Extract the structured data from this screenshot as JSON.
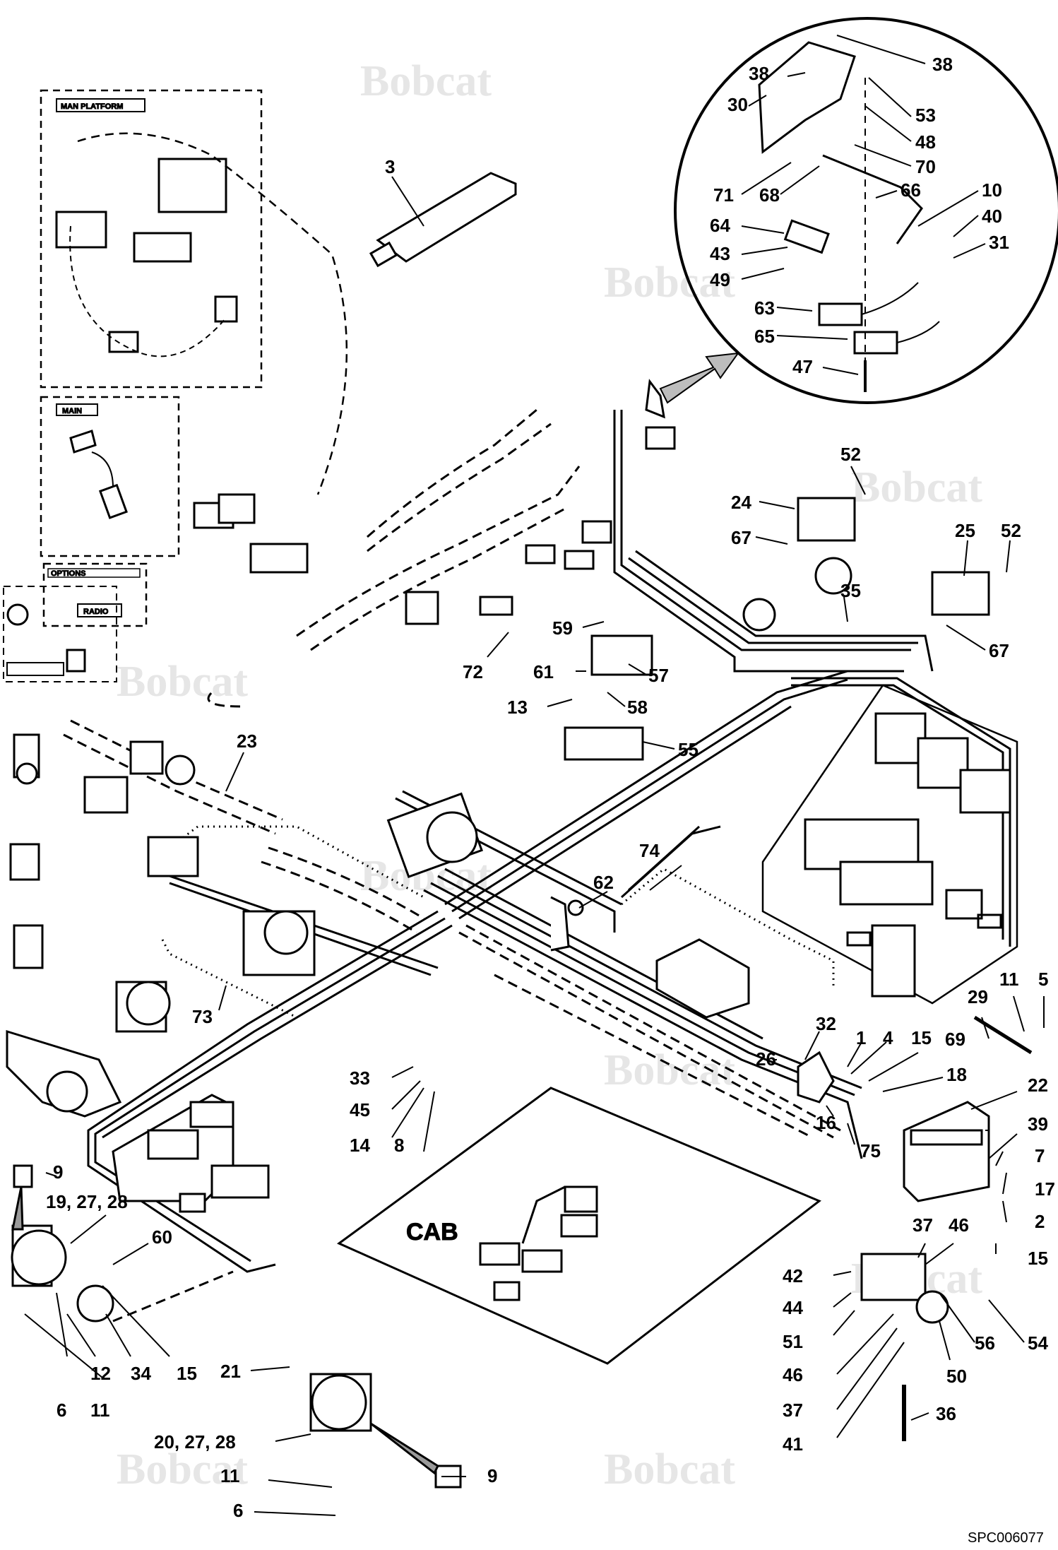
{
  "watermark": {
    "text": "Bobcat"
  },
  "zones": {
    "cab_label": "CAB",
    "platform_label": "MAN PLATFORM",
    "main_label": "MAIN",
    "radio_label": "RADIO",
    "options_label": "OPTIONS"
  },
  "drawing_ref": "SPC006077",
  "callouts": [
    {
      "id": "c3",
      "text": "3"
    },
    {
      "id": "c38a",
      "text": "38"
    },
    {
      "id": "c38b",
      "text": "38"
    },
    {
      "id": "c30",
      "text": "30"
    },
    {
      "id": "c53",
      "text": "53"
    },
    {
      "id": "c48",
      "text": "48"
    },
    {
      "id": "c70",
      "text": "70"
    },
    {
      "id": "c71",
      "text": "71"
    },
    {
      "id": "c68",
      "text": "68"
    },
    {
      "id": "c66",
      "text": "66"
    },
    {
      "id": "c10",
      "text": "10"
    },
    {
      "id": "c40",
      "text": "40"
    },
    {
      "id": "c31",
      "text": "31"
    },
    {
      "id": "c64",
      "text": "64"
    },
    {
      "id": "c43",
      "text": "43"
    },
    {
      "id": "c49",
      "text": "49"
    },
    {
      "id": "c63",
      "text": "63"
    },
    {
      "id": "c65",
      "text": "65"
    },
    {
      "id": "c47",
      "text": "47"
    },
    {
      "id": "c52a",
      "text": "52"
    },
    {
      "id": "c24",
      "text": "24"
    },
    {
      "id": "c67a",
      "text": "67"
    },
    {
      "id": "c25",
      "text": "25"
    },
    {
      "id": "c52b",
      "text": "52"
    },
    {
      "id": "c35",
      "text": "35"
    },
    {
      "id": "c67b",
      "text": "67"
    },
    {
      "id": "c59",
      "text": "59"
    },
    {
      "id": "c61",
      "text": "61"
    },
    {
      "id": "c57",
      "text": "57"
    },
    {
      "id": "c72",
      "text": "72"
    },
    {
      "id": "c13",
      "text": "13"
    },
    {
      "id": "c58",
      "text": "58"
    },
    {
      "id": "c55",
      "text": "55"
    },
    {
      "id": "c23",
      "text": "23"
    },
    {
      "id": "c74",
      "text": "74"
    },
    {
      "id": "c62",
      "text": "62"
    },
    {
      "id": "c73",
      "text": "73"
    },
    {
      "id": "c29",
      "text": "29"
    },
    {
      "id": "c11a",
      "text": "11"
    },
    {
      "id": "c5",
      "text": "5"
    },
    {
      "id": "c32",
      "text": "32"
    },
    {
      "id": "c26",
      "text": "26"
    },
    {
      "id": "c1",
      "text": "1"
    },
    {
      "id": "c4",
      "text": "4"
    },
    {
      "id": "c15a",
      "text": "15"
    },
    {
      "id": "c69",
      "text": "69"
    },
    {
      "id": "c18",
      "text": "18"
    },
    {
      "id": "c22",
      "text": "22"
    },
    {
      "id": "c16",
      "text": "16"
    },
    {
      "id": "c75",
      "text": "75"
    },
    {
      "id": "c39",
      "text": "39"
    },
    {
      "id": "c33",
      "text": "33"
    },
    {
      "id": "c45",
      "text": "45"
    },
    {
      "id": "c14",
      "text": "14"
    },
    {
      "id": "c8",
      "text": "8"
    },
    {
      "id": "c9a",
      "text": "9"
    },
    {
      "id": "c192728",
      "text": "19, 27, 28"
    },
    {
      "id": "c60",
      "text": "60"
    },
    {
      "id": "c7",
      "text": "7"
    },
    {
      "id": "c17",
      "text": "17"
    },
    {
      "id": "c2",
      "text": "2"
    },
    {
      "id": "c15b",
      "text": "15"
    },
    {
      "id": "c37a",
      "text": "37"
    },
    {
      "id": "c46a",
      "text": "46"
    },
    {
      "id": "c42",
      "text": "42"
    },
    {
      "id": "c44",
      "text": "44"
    },
    {
      "id": "c51",
      "text": "51"
    },
    {
      "id": "c56",
      "text": "56"
    },
    {
      "id": "c54",
      "text": "54"
    },
    {
      "id": "c46b",
      "text": "46"
    },
    {
      "id": "c50",
      "text": "50"
    },
    {
      "id": "c37b",
      "text": "37"
    },
    {
      "id": "c41",
      "text": "41"
    },
    {
      "id": "c36",
      "text": "36"
    },
    {
      "id": "c12",
      "text": "12"
    },
    {
      "id": "c34",
      "text": "34"
    },
    {
      "id": "c15c",
      "text": "15"
    },
    {
      "id": "c21",
      "text": "21"
    },
    {
      "id": "c6a",
      "text": "6"
    },
    {
      "id": "c11b",
      "text": "11"
    },
    {
      "id": "c202728",
      "text": "20, 27, 28"
    },
    {
      "id": "c9b",
      "text": "9"
    },
    {
      "id": "c11c",
      "text": "11"
    },
    {
      "id": "c6b",
      "text": "6"
    }
  ]
}
